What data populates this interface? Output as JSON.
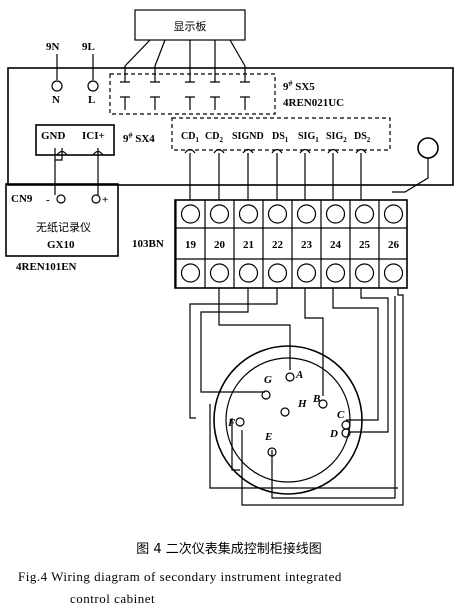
{
  "display": {
    "label": "显示板"
  },
  "power": {
    "n_top": "9N",
    "l_top": "9L",
    "n_bottom": "N",
    "l_bottom": "L"
  },
  "sx5": {
    "line1": "9",
    "sup": "#",
    "line1b": " SX5",
    "line2": "4REN021UC"
  },
  "sx4": {
    "label": "9",
    "sup": "#",
    "label_b": " SX4",
    "gnd": "GND",
    "ici": "ICI+"
  },
  "sx4_pins": [
    "CD",
    "CD",
    "SIGND",
    "DS",
    "SIG",
    "SIG",
    "DS"
  ],
  "sx4_pin_subs": [
    "1",
    "2",
    "",
    "1",
    "1",
    "2",
    "2"
  ],
  "cn9": {
    "label": "CN9",
    "minus": "-",
    "plus": "+",
    "name": "无纸记录仪",
    "model": "GX10",
    "code": "4REN101EN"
  },
  "terminal": {
    "label": "103BN",
    "numbers": [
      "19",
      "20",
      "21",
      "22",
      "23",
      "24",
      "25",
      "26"
    ]
  },
  "connector_pins": [
    "A",
    "B",
    "C",
    "D",
    "E",
    "F",
    "G",
    "H"
  ],
  "caption": {
    "cn": "图 4    二次仪表集成控制柜接线图",
    "en_line1": "Fig.4    Wiring diagram of secondary instrument integrated",
    "en_line2": "control cabinet"
  }
}
